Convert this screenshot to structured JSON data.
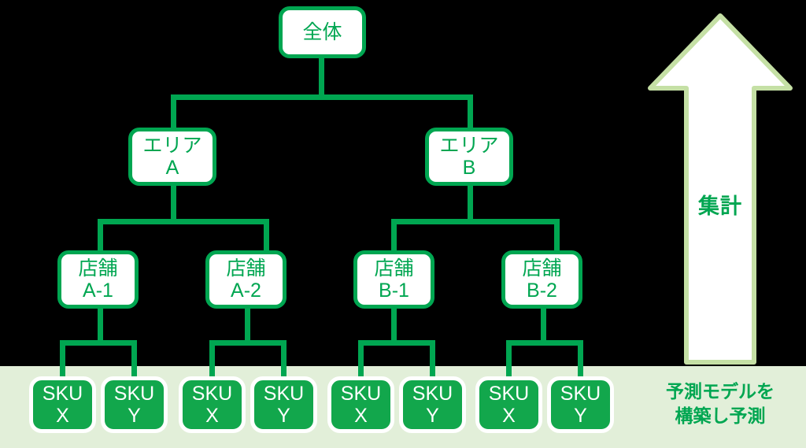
{
  "diagram": {
    "title_node": {
      "label": "全体"
    },
    "level_area": [
      {
        "line1": "エリア",
        "line2": "A"
      },
      {
        "line1": "エリア",
        "line2": "B"
      }
    ],
    "level_store": [
      {
        "line1": "店舗",
        "line2": "A-1"
      },
      {
        "line1": "店舗",
        "line2": "A-2"
      },
      {
        "line1": "店舗",
        "line2": "B-1"
      },
      {
        "line1": "店舗",
        "line2": "B-2"
      }
    ],
    "level_sku": [
      {
        "line1": "SKU",
        "line2": "X"
      },
      {
        "line1": "SKU",
        "line2": "Y"
      },
      {
        "line1": "SKU",
        "line2": "X"
      },
      {
        "line1": "SKU",
        "line2": "Y"
      },
      {
        "line1": "SKU",
        "line2": "X"
      },
      {
        "line1": "SKU",
        "line2": "Y"
      },
      {
        "line1": "SKU",
        "line2": "X"
      },
      {
        "line1": "SKU",
        "line2": "Y"
      }
    ]
  },
  "annotations": {
    "arrow_label": "集計",
    "caption_line1": "予測モデルを",
    "caption_line2": "構築し予測"
  },
  "colors": {
    "accent_green": "#00a651",
    "sku_fill_green": "#12a74c",
    "band_light_green": "#e2efd9",
    "arrow_fill": "#ffffff",
    "arrow_stroke": "#c5e0a5",
    "node_fill": "#ffffff",
    "background": "#000000"
  }
}
